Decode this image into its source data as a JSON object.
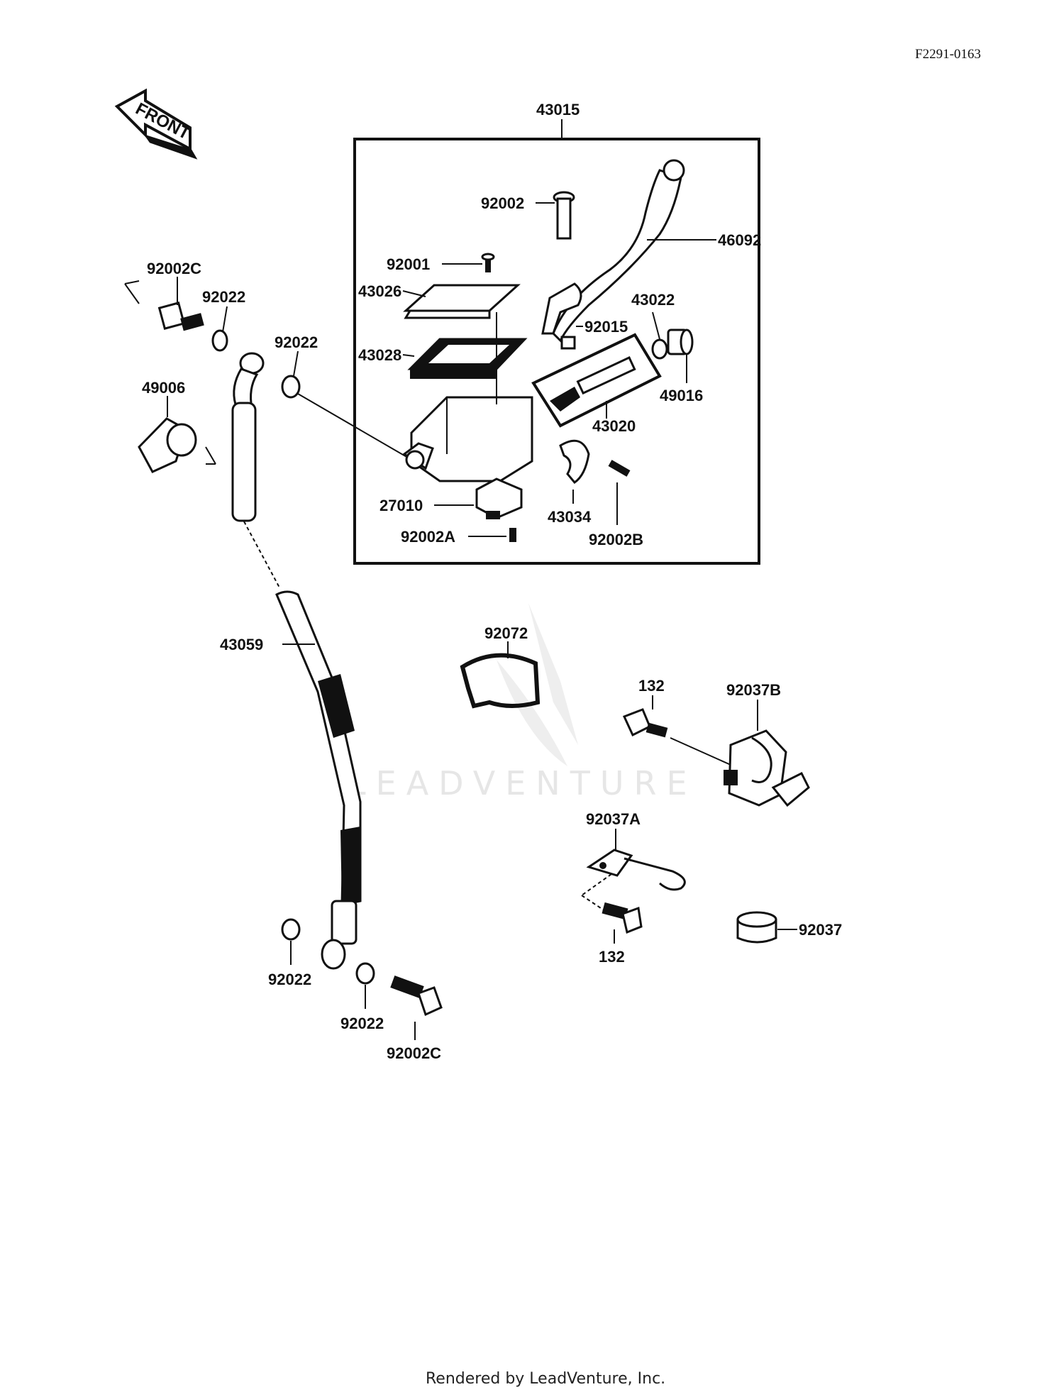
{
  "drawing_code": "F2291-0163",
  "front_label": "FRONT",
  "watermark": "LEADVENTURE",
  "footer": "Rendered by LeadVenture, Inc.",
  "labels": {
    "p43015": "43015",
    "p92002": "92002",
    "p46092": "46092",
    "p92001": "92001",
    "p43026": "43026",
    "p43022": "43022",
    "p92015": "92015",
    "p43028": "43028",
    "p49016": "49016",
    "p43020": "43020",
    "p27010": "27010",
    "p43034": "43034",
    "p92002A": "92002A",
    "p92002B": "92002B",
    "p92002C_top": "92002C",
    "p92022_top1": "92022",
    "p92022_top2": "92022",
    "p49006": "49006",
    "p43059": "43059",
    "p92072": "92072",
    "p132_top": "132",
    "p92037B": "92037B",
    "p92037A": "92037A",
    "p132_bottom": "132",
    "p92037": "92037",
    "p92022_bot1": "92022",
    "p92022_bot2": "92022",
    "p92002C_bot": "92002C"
  }
}
